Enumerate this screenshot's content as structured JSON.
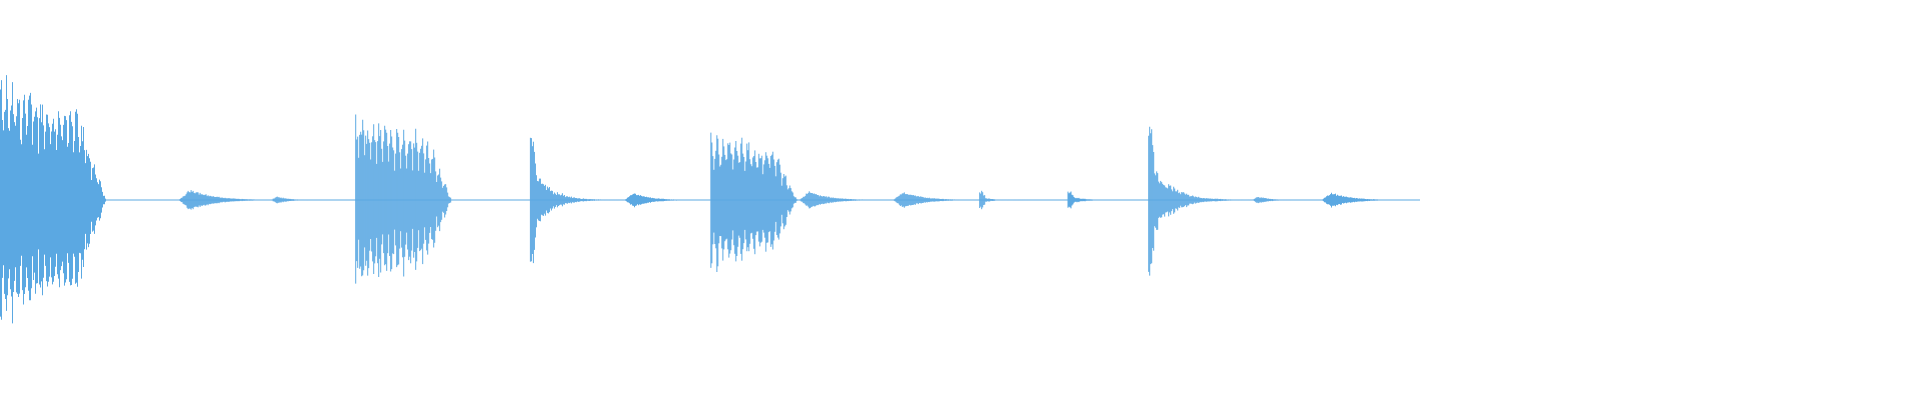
{
  "waveform": {
    "color": "#5ba8e2",
    "background": "#ffffff",
    "duration_fraction_with_audio": 0.74,
    "events": [
      {
        "start": 0.0,
        "length": 0.055,
        "peak": 1.0,
        "style": "tonal",
        "cycles": 18
      },
      {
        "start": 0.093,
        "length": 0.04,
        "peak": 0.09,
        "style": "soft"
      },
      {
        "start": 0.141,
        "length": 0.02,
        "peak": 0.03,
        "style": "soft"
      },
      {
        "start": 0.185,
        "length": 0.05,
        "peak": 0.72,
        "style": "tonal",
        "cycles": 16
      },
      {
        "start": 0.276,
        "length": 0.05,
        "peak": 0.55,
        "style": "transient"
      },
      {
        "start": 0.325,
        "length": 0.03,
        "peak": 0.06,
        "style": "soft"
      },
      {
        "start": 0.37,
        "length": 0.045,
        "peak": 0.56,
        "style": "tonal",
        "cycles": 14
      },
      {
        "start": 0.416,
        "length": 0.035,
        "peak": 0.07,
        "style": "soft"
      },
      {
        "start": 0.465,
        "length": 0.035,
        "peak": 0.07,
        "style": "soft"
      },
      {
        "start": 0.51,
        "length": 0.025,
        "peak": 0.07,
        "style": "transient"
      },
      {
        "start": 0.556,
        "length": 0.035,
        "peak": 0.07,
        "style": "transient"
      },
      {
        "start": 0.598,
        "length": 0.06,
        "peak": 0.58,
        "style": "transient"
      },
      {
        "start": 0.652,
        "length": 0.02,
        "peak": 0.03,
        "style": "soft"
      },
      {
        "start": 0.688,
        "length": 0.035,
        "peak": 0.06,
        "style": "soft"
      }
    ]
  }
}
